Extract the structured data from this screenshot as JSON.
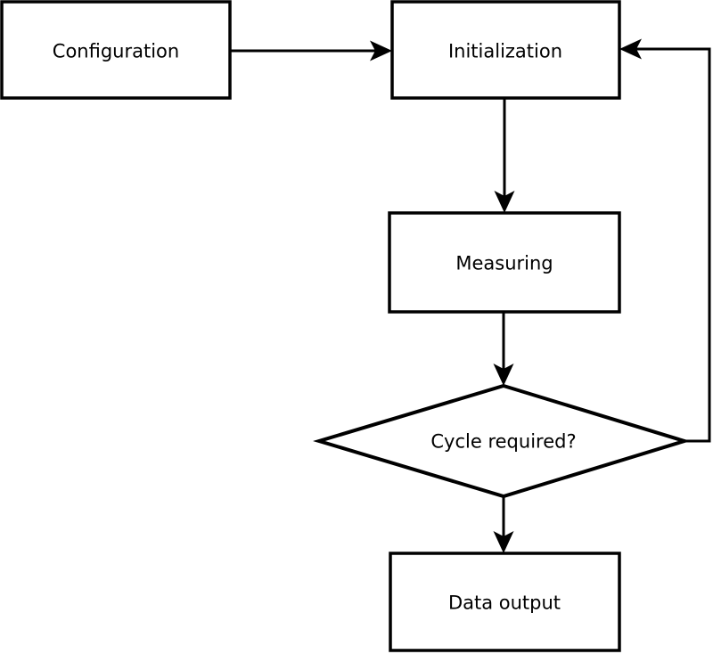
{
  "diagram": {
    "type": "flowchart",
    "background_color": "#ffffff",
    "stroke_color": "#000000",
    "node_fill_color": "#ffffff",
    "text_color": "#000000"
  },
  "nodes": {
    "configuration": {
      "label": "Configuration",
      "shape": "rect"
    },
    "initialization": {
      "label": "Initialization",
      "shape": "rect"
    },
    "measuring": {
      "label": "Measuring",
      "shape": "rect"
    },
    "cycle_required": {
      "label": "Cycle required?",
      "shape": "diamond"
    },
    "data_output": {
      "label": "Data output",
      "shape": "rect"
    }
  },
  "edges": [
    {
      "from": "configuration",
      "to": "initialization",
      "direction": "right"
    },
    {
      "from": "initialization",
      "to": "measuring",
      "direction": "down"
    },
    {
      "from": "measuring",
      "to": "cycle_required",
      "direction": "down"
    },
    {
      "from": "cycle_required",
      "to": "data_output",
      "direction": "down"
    },
    {
      "from": "cycle_required",
      "to": "initialization",
      "direction": "loop-back-right"
    }
  ]
}
